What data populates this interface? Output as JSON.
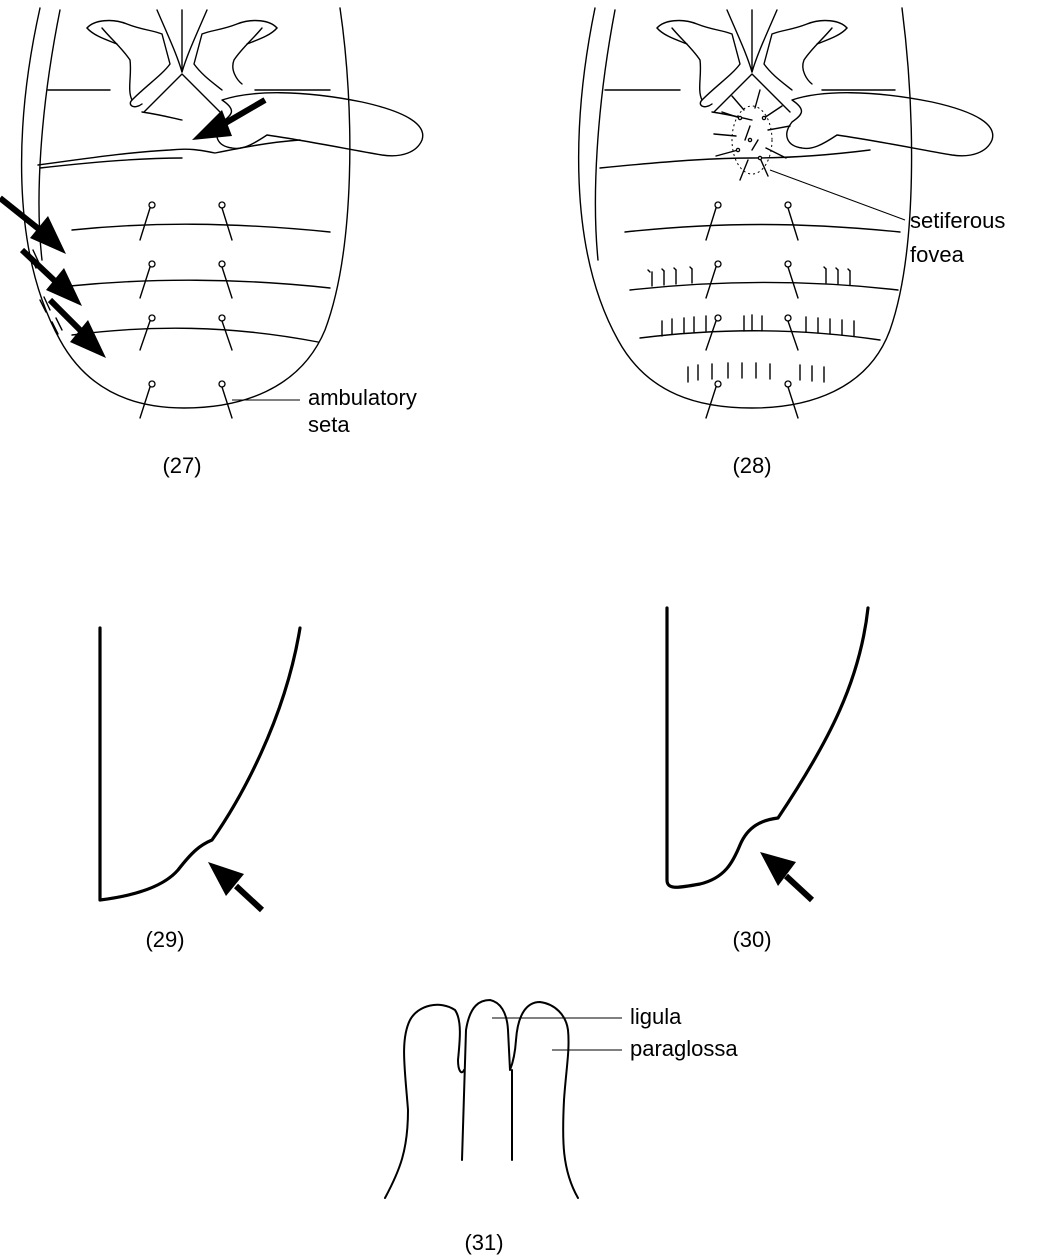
{
  "figures": {
    "fig27": {
      "number": "(27)",
      "label_line1": "ambulatory",
      "label_line2": "seta"
    },
    "fig28": {
      "number": "(28)",
      "label_line1": "setiferous",
      "label_line2": "fovea"
    },
    "fig29": {
      "number": "(29)"
    },
    "fig30": {
      "number": "(30)"
    },
    "fig31": {
      "number": "(31)",
      "label_ligula": "ligula",
      "label_paraglossa": "paraglossa"
    }
  },
  "colors": {
    "ink": "#000000",
    "background": "#ffffff"
  }
}
